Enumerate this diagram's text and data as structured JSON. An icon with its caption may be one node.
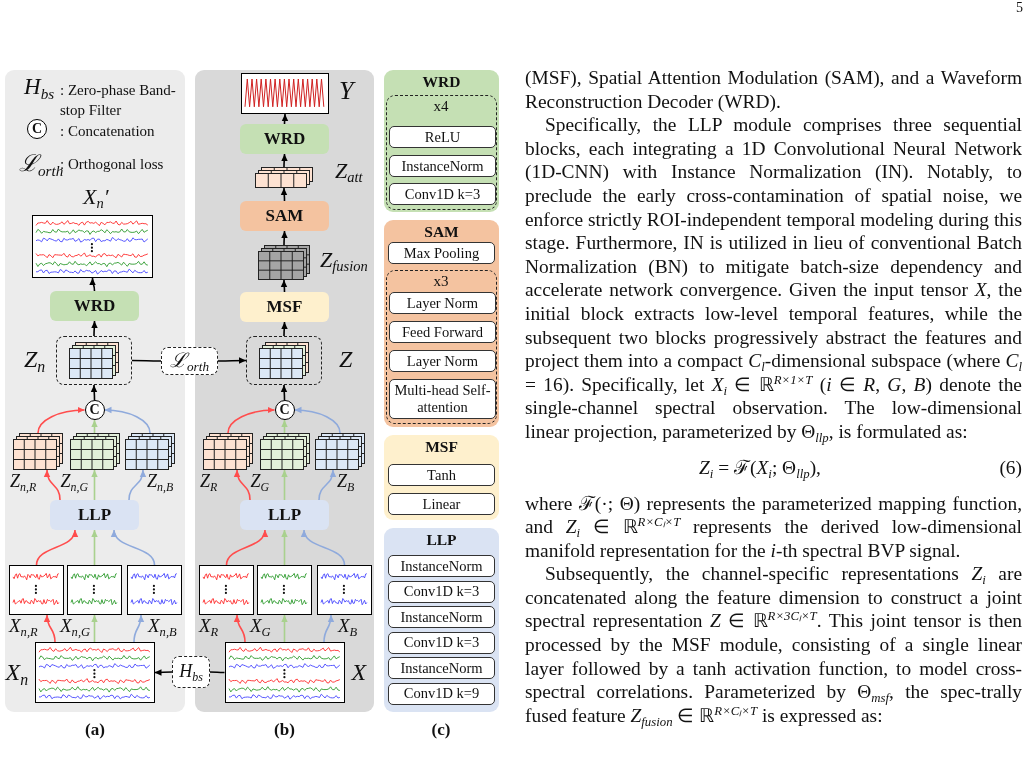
{
  "diagram": {
    "nodes": [
      {
        "text": [
          "(a)"
        ]
      },
      {
        "text": [
          "(b)"
        ]
      },
      {
        "text": [
          "X$_{n}$′"
        ],
        "in": 0
      },
      {
        "text": [
          "WRD"
        ],
        "in": 0
      },
      {
        "text": [
          "Z$_{n}$"
        ],
        "in": 0
      },
      {
        "text": [
          "C"
        ],
        "in": 0
      },
      {
        "text": [
          "Z$_{n,R}$"
        ],
        "in": 0
      },
      {
        "text": [
          "Z$_{n,G}$"
        ],
        "in": 0
      },
      {
        "text": [
          "Z$_{n,B}$"
        ],
        "in": 0
      },
      {
        "text": [
          "LLP"
        ],
        "in": 0
      },
      {
        "text": [
          "X$_{n,R}$"
        ],
        "in": 0
      },
      {
        "text": [
          "X$_{n,G}$"
        ],
        "in": 0
      },
      {
        "text": [
          "X$_{n,B}$"
        ],
        "in": 0
      },
      {
        "text": [
          "X$_{n}$"
        ],
        "in": 0
      },
      {
        "text": [
          "ℒ$_{orth}$"
        ]
      },
      {
        "text": [
          "H$_{bs}$"
        ]
      },
      {
        "text": [
          "Y"
        ],
        "in": 1
      },
      {
        "text": [
          "WRD"
        ],
        "in": 1
      },
      {
        "text": [
          "Z$_{att}$"
        ],
        "in": 1
      },
      {
        "text": [
          "SAM"
        ],
        "in": 1
      },
      {
        "text": [
          "Z$_{fusion}$"
        ],
        "in": 1
      },
      {
        "text": [
          "MSF"
        ],
        "in": 1
      },
      {
        "text": [
          "Z"
        ],
        "in": 1
      },
      {
        "text": [
          "C"
        ],
        "in": 1
      },
      {
        "text": [
          "Z$_{R}$"
        ],
        "in": 1
      },
      {
        "text": [
          "Z$_{G}$"
        ],
        "in": 1
      },
      {
        "text": [
          "Z$_{B}$"
        ],
        "in": 1
      },
      {
        "text": [
          "LLP"
        ],
        "in": 1
      },
      {
        "text": [
          "X$_{R}$"
        ],
        "in": 1
      },
      {
        "text": [
          "X$_{G}$"
        ],
        "in": 1
      },
      {
        "text": [
          "X$_{B}$"
        ],
        "in": 1
      },
      {
        "text": [
          "X"
        ],
        "in": 1
      },
      {
        "text": [
          "WRD"
        ]
      },
      {
        "text": [
          "x4"
        ],
        "in": 32
      },
      {
        "text": [
          "ReLU"
        ],
        "in": 33
      },
      {
        "text": [
          "InstanceNorm"
        ],
        "in": 33
      },
      {
        "text": [
          "Conv1D k=3"
        ],
        "in": 33
      },
      {
        "text": [
          "SAM"
        ]
      },
      {
        "text": [
          "Max Pooling"
        ],
        "in": 37
      },
      {
        "text": [
          "x3"
        ],
        "in": 37
      },
      {
        "text": [
          "Layer Norm"
        ],
        "in": 39
      },
      {
        "text": [
          "Feed Forward"
        ],
        "in": 39
      },
      {
        "text": [
          "Layer Norm"
        ],
        "in": 39
      },
      {
        "text": [
          "Multi-head Self-attention"
        ],
        "in": 39
      },
      {
        "text": [
          "MSF"
        ]
      },
      {
        "text": [
          "Tanh"
        ],
        "in": 44
      },
      {
        "text": [
          "Linear"
        ],
        "in": 44
      },
      {
        "text": [
          "LLP"
        ]
      },
      {
        "text": [
          "InstanceNorm"
        ],
        "in": 47
      },
      {
        "text": [
          "Conv1D k=3"
        ],
        "in": 47
      },
      {
        "text": [
          "InstanceNorm"
        ],
        "in": 47
      },
      {
        "text": [
          "Conv1D k=3"
        ],
        "in": 47
      },
      {
        "text": [
          "InstanceNorm"
        ],
        "in": 47
      },
      {
        "text": [
          "Conv1D k=9"
        ],
        "in": 47
      }
    ],
    "edges": [
      {
        "from": 13,
        "to": 10,
        "arrow": "to",
        "color": "#ff4d4d"
      },
      {
        "from": 13,
        "to": 11,
        "arrow": "to",
        "color": "#a9d18e"
      },
      {
        "from": 13,
        "to": 12,
        "arrow": "to",
        "color": "#8faadc"
      },
      {
        "from": 10,
        "to": 9,
        "arrow": "to",
        "color": "#ff4d4d"
      },
      {
        "from": 11,
        "to": 9,
        "arrow": "to",
        "color": "#a9d18e"
      },
      {
        "from": 12,
        "to": 9,
        "arrow": "to",
        "color": "#8faadc"
      },
      {
        "from": 9,
        "to": 6,
        "arrow": "to",
        "color": "#ff4d4d"
      },
      {
        "from": 9,
        "to": 7,
        "arrow": "to",
        "color": "#a9d18e"
      },
      {
        "from": 9,
        "to": 8,
        "arrow": "to",
        "color": "#8faadc"
      },
      {
        "from": 6,
        "to": 5,
        "arrow": "to",
        "color": "#ff4d4d"
      },
      {
        "from": 7,
        "to": 5,
        "arrow": "to",
        "color": "#a9d18e"
      },
      {
        "from": 8,
        "to": 5,
        "arrow": "to",
        "color": "#8faadc"
      },
      {
        "from": 5,
        "to": 4,
        "arrow": "to"
      },
      {
        "from": 4,
        "to": 3,
        "arrow": "to"
      },
      {
        "from": 3,
        "to": 2,
        "arrow": "to"
      },
      {
        "from": 4,
        "to": 14,
        "arrow": "none"
      },
      {
        "from": 14,
        "to": 22,
        "arrow": "to"
      },
      {
        "from": 31,
        "to": 15,
        "arrow": "none"
      },
      {
        "from": 15,
        "to": 13,
        "arrow": "to"
      },
      {
        "from": 31,
        "to": 28,
        "arrow": "to",
        "color": "#ff4d4d"
      },
      {
        "from": 31,
        "to": 29,
        "arrow": "to",
        "color": "#a9d18e"
      },
      {
        "from": 31,
        "to": 30,
        "arrow": "to",
        "color": "#8faadc"
      },
      {
        "from": 28,
        "to": 27,
        "arrow": "to",
        "color": "#ff4d4d"
      },
      {
        "from": 29,
        "to": 27,
        "arrow": "to",
        "color": "#a9d18e"
      },
      {
        "from": 30,
        "to": 27,
        "arrow": "to",
        "color": "#8faadc"
      },
      {
        "from": 27,
        "to": 24,
        "arrow": "to",
        "color": "#ff4d4d"
      },
      {
        "from": 27,
        "to": 25,
        "arrow": "to",
        "color": "#a9d18e"
      },
      {
        "from": 27,
        "to": 26,
        "arrow": "to",
        "color": "#8faadc"
      },
      {
        "from": 24,
        "to": 23,
        "arrow": "to",
        "color": "#ff4d4d"
      },
      {
        "from": 25,
        "to": 23,
        "arrow": "to",
        "color": "#a9d18e"
      },
      {
        "from": 26,
        "to": 23,
        "arrow": "to",
        "color": "#8faadc"
      },
      {
        "from": 23,
        "to": 22,
        "arrow": "to"
      },
      {
        "from": 22,
        "to": 21,
        "arrow": "to"
      },
      {
        "from": 21,
        "to": 20,
        "arrow": "to"
      },
      {
        "from": 20,
        "to": 19,
        "arrow": "to"
      },
      {
        "from": 19,
        "to": 18,
        "arrow": "to"
      },
      {
        "from": 18,
        "to": 17,
        "arrow": "to"
      },
      {
        "from": 17,
        "to": 16,
        "arrow": "to"
      }
    ],
    "labels": [
      "5",
      "H$_{bs}$",
      "C",
      "ℒ$_{orth}$",
      "(c)",
      "(MSF), Spatial Attention Modulation (SAM), and a Waveform Reconstruction Decoder (WRD).",
      "Specifically, the LLP module comprises three sequential blocks, each integrating a 1D Convolutional Neural Network (1D-CNN) with Instance Normalization (IN). Notably, to preclude the early cross-contamination of spatial noise, we enforce strictly ROI-independent temporal modeling during this stage. Furthermore, IN is utilized in lieu of conventional Batch Normalization (BN) to mitigate batch-size dependency and accelerate network convergence. Given the input tensor *X*, the initial block extracts low-level temporal features, while the subsequent two blocks progressively abstract the features and project them into a compact *C*$_{l}$-dimensional subspace (where *C*$_{l}$ = 16). Specifically, let *X*$_{i}$ ∈ ℝ$^{R×1×T}$ (*i* ∈ *R*, *G*, *B*) denote the single-channel spectral observation. The low-dimensional linear projection, parameterized by Θ$_{llp}$, is formulated as:",
      "*Z*$_{i}$ = ℱ(*X*$_{i}$; Θ$_{llp}$),",
      "(6)",
      "where ℱ(·; Θ) represents the parameterized mapping function, and *Z*$_{i}$ ∈ ℝ$^{R×Cₗ×T}$ represents the derived low-dimensional manifold representation for the *i*-th spectral BVP signal.",
      "Subsequently, the channel-specific representations *Z*$_{i}$ are concatenated along the feature dimension to construct a joint spectral representation *Z* ∈ ℝ$^{R×3Cₗ×T}$. This joint tensor is then processed by the MSF module, consisting of a single linear layer followed by a tanh activation function, to model cross-spectral correlations. Parameterized by Θ$_{msf}$, the spec-trally fused feature *Z*$_{fusion}$ ∈ ℝ$^{R×Cₗ×T}$ is expressed as:"
    ],
    "legend": [
      {
        "text": ": Zero-phase Band-stop Filter"
      },
      {
        "text": ": Concatenation"
      },
      {
        "text": ": Orthogonal loss"
      }
    ]
  }
}
